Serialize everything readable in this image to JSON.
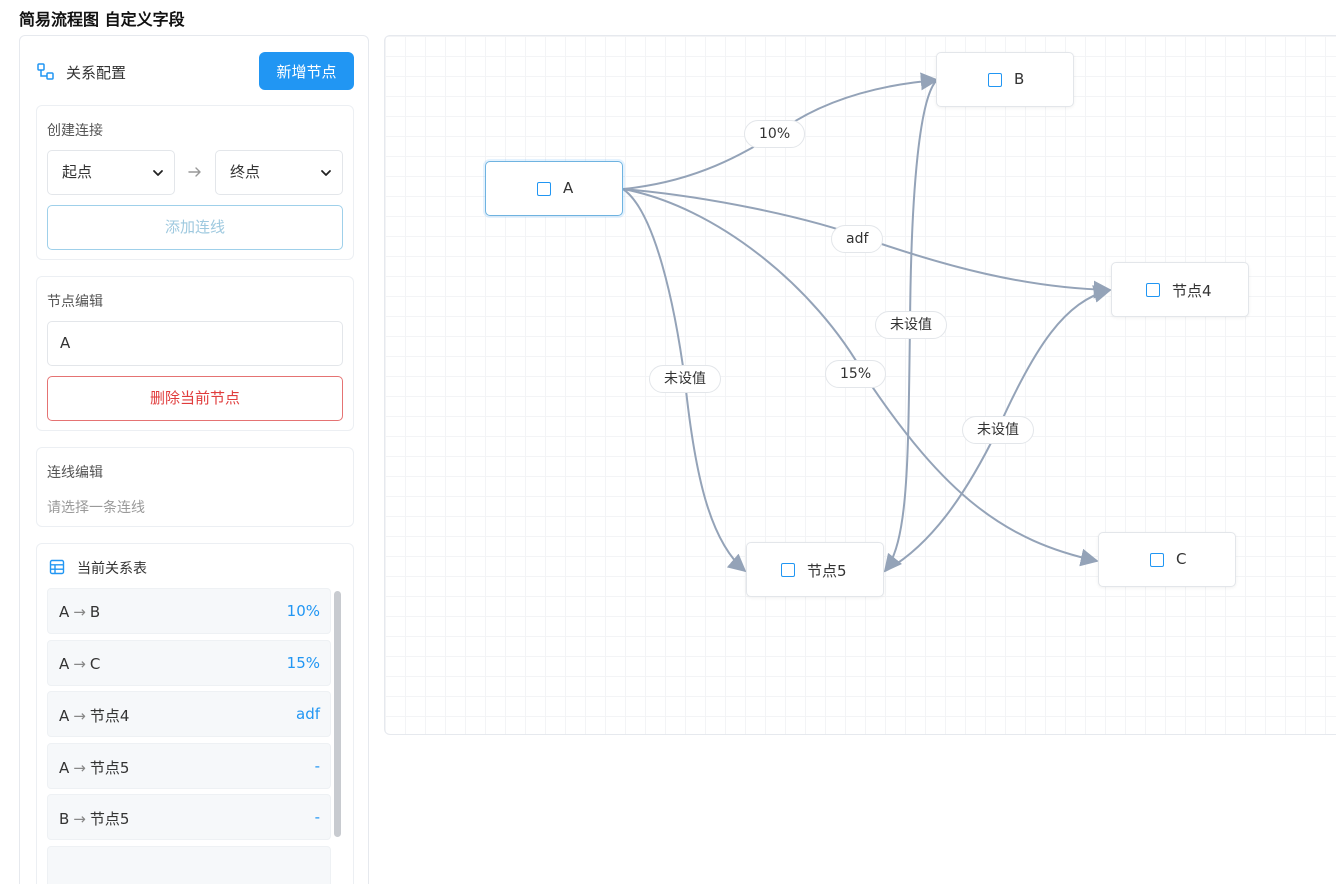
{
  "page": {
    "title": "简易流程图 自定义字段"
  },
  "sidebar": {
    "title": "关系配置",
    "add_node_label": "新增节点",
    "connect": {
      "title": "创建连接",
      "from_value": "起点",
      "to_value": "终点",
      "add_edge_label": "添加连线"
    },
    "node_edit": {
      "title": "节点编辑",
      "name_value": "A",
      "delete_label": "删除当前节点"
    },
    "edge_edit": {
      "title": "连线编辑",
      "hint": "请选择一条连线"
    },
    "relations": {
      "title": "当前关系表",
      "arrow": "→",
      "rows": [
        {
          "from": "A",
          "to": "B",
          "value": "10%"
        },
        {
          "from": "A",
          "to": "C",
          "value": "15%"
        },
        {
          "from": "A",
          "to": "节点4",
          "value": "adf"
        },
        {
          "from": "A",
          "to": "节点5",
          "value": "-"
        },
        {
          "from": "B",
          "to": "节点5",
          "value": "-"
        }
      ]
    }
  },
  "canvas": {
    "nodes": {
      "a": "A",
      "b": "B",
      "n4": "节点4",
      "n5": "节点5",
      "c": "C"
    },
    "edge_labels": {
      "a_b": "10%",
      "a_n4": "adf",
      "b_n5": "未设值",
      "a_c": "15%",
      "a_n5": "未设值",
      "n5_n4": "未设值"
    }
  },
  "colors": {
    "accent": "#2196f3",
    "danger": "#e03c3c",
    "edge": "#94a3b8"
  }
}
